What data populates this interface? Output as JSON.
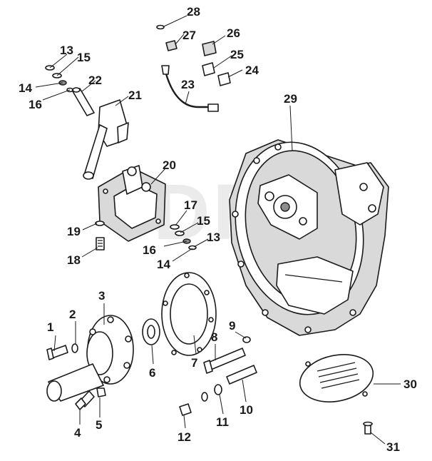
{
  "watermark": "DPN",
  "callouts": [
    {
      "id": "1",
      "text": "1"
    },
    {
      "id": "2",
      "text": "2"
    },
    {
      "id": "3",
      "text": "3"
    },
    {
      "id": "4",
      "text": "4"
    },
    {
      "id": "5",
      "text": "5"
    },
    {
      "id": "6",
      "text": "6"
    },
    {
      "id": "7",
      "text": "7"
    },
    {
      "id": "8",
      "text": "8"
    },
    {
      "id": "9",
      "text": "9"
    },
    {
      "id": "10",
      "text": "10"
    },
    {
      "id": "11",
      "text": "11"
    },
    {
      "id": "12",
      "text": "12"
    },
    {
      "id": "13a",
      "text": "13"
    },
    {
      "id": "13b",
      "text": "13"
    },
    {
      "id": "14a",
      "text": "14"
    },
    {
      "id": "14b",
      "text": "14"
    },
    {
      "id": "15a",
      "text": "15"
    },
    {
      "id": "15b",
      "text": "15"
    },
    {
      "id": "16a",
      "text": "16"
    },
    {
      "id": "16b",
      "text": "16"
    },
    {
      "id": "17",
      "text": "17"
    },
    {
      "id": "18",
      "text": "18"
    },
    {
      "id": "19",
      "text": "19"
    },
    {
      "id": "20",
      "text": "20"
    },
    {
      "id": "21",
      "text": "21"
    },
    {
      "id": "22",
      "text": "22"
    },
    {
      "id": "23",
      "text": "23"
    },
    {
      "id": "24",
      "text": "24"
    },
    {
      "id": "25",
      "text": "25"
    },
    {
      "id": "26",
      "text": "26"
    },
    {
      "id": "27",
      "text": "27"
    },
    {
      "id": "28",
      "text": "28"
    },
    {
      "id": "29",
      "text": "29"
    },
    {
      "id": "30",
      "text": "30"
    },
    {
      "id": "31",
      "text": "31"
    }
  ]
}
